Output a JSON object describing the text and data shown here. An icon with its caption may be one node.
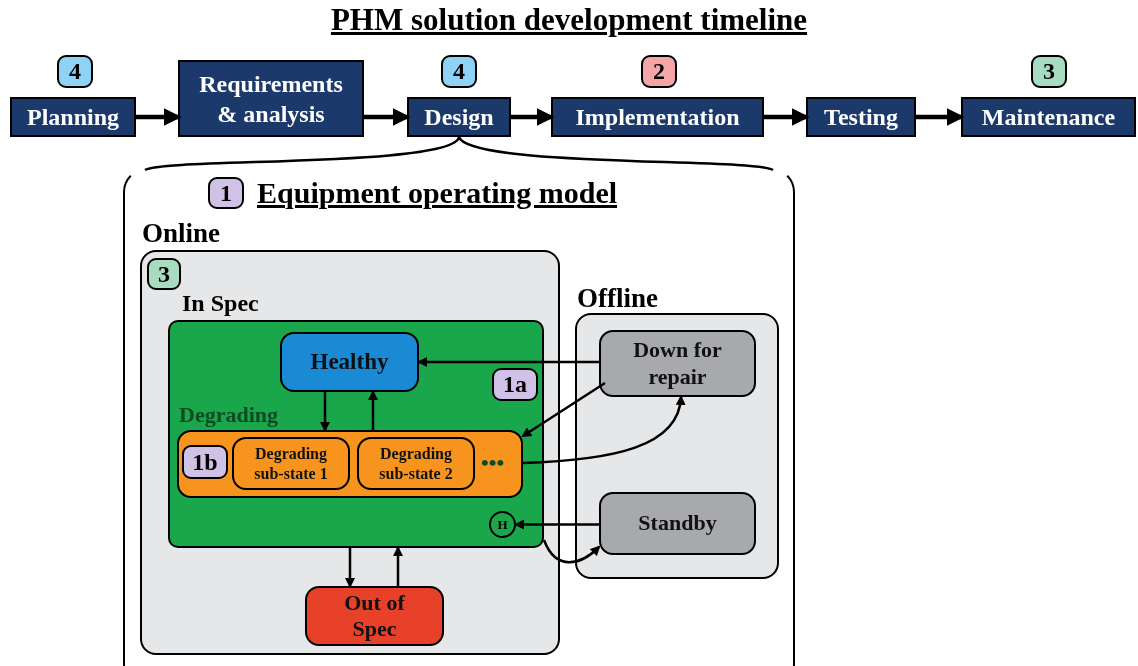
{
  "diagram": {
    "title": "PHM solution development timeline",
    "nodes": [
      {
        "text": [
          "4"
        ]
      },
      {
        "text": [
          "Planning"
        ]
      },
      {
        "text": [
          "Requirements & analysis"
        ]
      },
      {
        "text": [
          "4"
        ]
      },
      {
        "text": [
          "Design"
        ]
      },
      {
        "text": [
          "2"
        ]
      },
      {
        "text": [
          "Implementation"
        ]
      },
      {
        "text": [
          "Testing"
        ]
      },
      {
        "text": [
          "3"
        ]
      },
      {
        "text": [
          "Maintenance"
        ]
      },
      {
        "text": [
          "Equipment operating model"
        ]
      },
      {
        "text": [
          "1"
        ],
        "in": 10
      },
      {
        "text": [
          "Online"
        ],
        "in": 10
      },
      {
        "text": [
          "3"
        ],
        "in": 12
      },
      {
        "text": [
          "In Spec"
        ],
        "in": 12
      },
      {
        "text": [
          "Healthy"
        ],
        "in": 14
      },
      {
        "text": [
          "Degrading",
          "•••"
        ],
        "in": 14
      },
      {
        "text": [
          "1b"
        ],
        "in": 16
      },
      {
        "text": [
          "Degrading sub-state 1"
        ],
        "in": 16
      },
      {
        "text": [
          "Degrading sub-state 2"
        ],
        "in": 16
      },
      {
        "text": [
          "H"
        ],
        "in": 14
      },
      {
        "text": [
          "1a"
        ],
        "in": 14
      },
      {
        "text": [
          "Out of Spec"
        ],
        "in": 12
      },
      {
        "text": [
          "Offline"
        ],
        "in": 10
      },
      {
        "text": [
          "Down for repair"
        ],
        "in": 23
      },
      {
        "text": [
          "Standby"
        ],
        "in": 23
      }
    ],
    "edges": [
      {
        "from": 1,
        "to": 2,
        "arrow": "to",
        "style": "thick"
      },
      {
        "from": 2,
        "to": 4,
        "arrow": "to",
        "style": "thick"
      },
      {
        "from": 4,
        "to": 6,
        "arrow": "to",
        "style": "thick"
      },
      {
        "from": 6,
        "to": 7,
        "arrow": "to",
        "style": "thick"
      },
      {
        "from": 7,
        "to": 9,
        "arrow": "to",
        "style": "thick"
      },
      {
        "from": 4,
        "to": 10,
        "arrow": "none"
      },
      {
        "from": 15,
        "to": 16,
        "arrow": "to"
      },
      {
        "from": 16,
        "to": 15,
        "arrow": "to"
      },
      {
        "from": 24,
        "to": 15,
        "arrow": "to"
      },
      {
        "from": 24,
        "to": 16,
        "arrow": "to"
      },
      {
        "from": 16,
        "to": 24,
        "arrow": "to"
      },
      {
        "from": 25,
        "to": 20,
        "arrow": "to"
      },
      {
        "from": 14,
        "to": 25,
        "arrow": "to"
      },
      {
        "from": 14,
        "to": 22,
        "arrow": "to"
      },
      {
        "from": 22,
        "to": 14,
        "arrow": "to"
      }
    ]
  }
}
